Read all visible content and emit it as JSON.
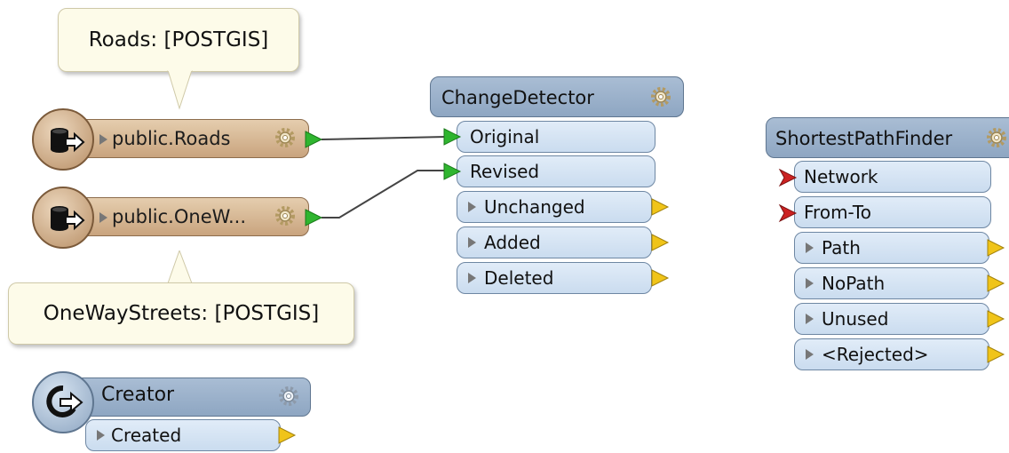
{
  "annotations": {
    "roads": "Roads: [POSTGIS]",
    "oneway": "OneWayStreets: [POSTGIS]"
  },
  "readers": {
    "roads": {
      "label": "public.Roads",
      "icon": "database-reader-icon"
    },
    "oneway": {
      "label": "public.OneW...",
      "icon": "database-reader-icon"
    }
  },
  "creator": {
    "title": "Creator",
    "port": "Created",
    "icon": "creator-circle-icon"
  },
  "change_detector": {
    "title": "ChangeDetector",
    "inputs": [
      "Original",
      "Revised"
    ],
    "outputs": [
      "Unchanged",
      "Added",
      "Deleted"
    ]
  },
  "shortest_path": {
    "title": "ShortestPathFinder",
    "inputs": [
      "Network",
      "From-To"
    ],
    "outputs": [
      "Path",
      "NoPath",
      "Unused",
      "<Rejected>"
    ]
  },
  "colors": {
    "reader": "#d4b38f",
    "transformer_header": "#9bb1cb",
    "port": "#d7e5f4",
    "connection_arrow": "#2fb52f",
    "output_arrow": "#f0c419",
    "required_input": "#cc2222"
  }
}
